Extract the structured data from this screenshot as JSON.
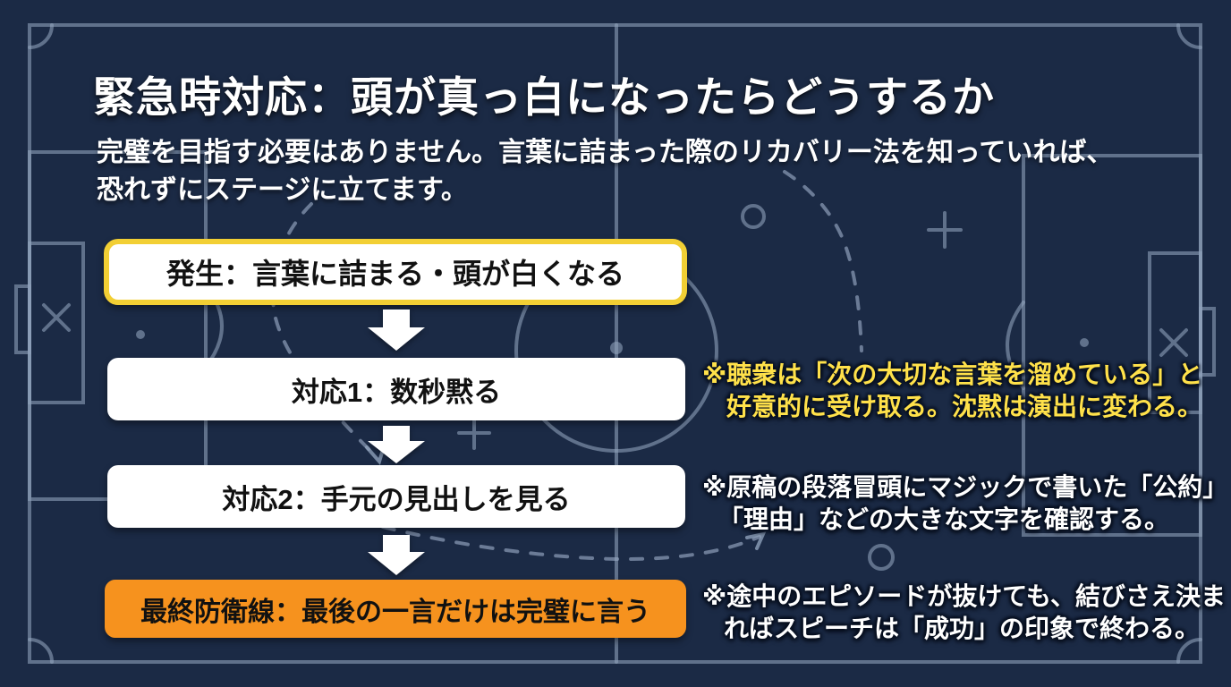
{
  "slide": {
    "title": "緊急時対応：頭が真っ白になったらどうするか",
    "subtitle_lines": [
      "完璧を目指す必要はありません。言葉に詰まった際のリカバリー法を知っていれば、",
      "恐れずにステージに立てます。"
    ]
  },
  "flow": {
    "steps": [
      {
        "label": "発生：言葉に詰まる・頭が白くなる",
        "style": "trigger-highlighted-yellow-border"
      },
      {
        "label": "対応1：数秒黙る",
        "style": "plain-white"
      },
      {
        "label": "対応2：手元の見出しを見る",
        "style": "plain-white"
      },
      {
        "label": "最終防衛線：最後の一言だけは完璧に言う",
        "style": "final-orange"
      }
    ]
  },
  "annotations": [
    {
      "color": "yellow",
      "lines": [
        "※聴衆は「次の大切な言葉を溜めている」と",
        "好意的に受け取る。沈黙は演出に変わる。"
      ]
    },
    {
      "color": "white",
      "lines": [
        "※原稿の段落冒頭にマジックで書いた「公約」",
        "「理由」などの大きな文字を確認する。"
      ]
    },
    {
      "color": "white",
      "lines": [
        "※途中のエピソードが抜けても、結びさえ決ま",
        "ればスピーチは「成功」の印象で終わる。"
      ]
    }
  ],
  "colors": {
    "background": "#1B2A45",
    "field_line": "#8FA1BB",
    "highlight_border_yellow": "#F2CF34",
    "final_box_orange": "#F6921E",
    "annotation_yellow": "#FFE14A",
    "box_text": "#111111",
    "text_white": "#FFFFFF"
  }
}
